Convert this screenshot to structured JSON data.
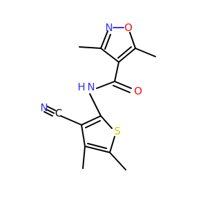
{
  "molecule": {
    "atoms": {
      "isoxazole_n": {
        "label": "N",
        "color": "#3333ff"
      },
      "isoxazole_o": {
        "label": "O",
        "color": "#ff0d0d"
      },
      "carbonyl_o": {
        "label": "O",
        "color": "#ff0d0d"
      },
      "amide_nh": {
        "label": "H",
        "color": "#3333ff"
      },
      "amide_n": {
        "label": "N",
        "color": "#3333ff"
      },
      "nitrile_n": {
        "label": "N",
        "color": "#3333ff"
      },
      "nitrile_c": {
        "label": "C",
        "color": "#000000"
      },
      "thiophene_s": {
        "label": "S",
        "color": "#cccc00"
      }
    }
  }
}
